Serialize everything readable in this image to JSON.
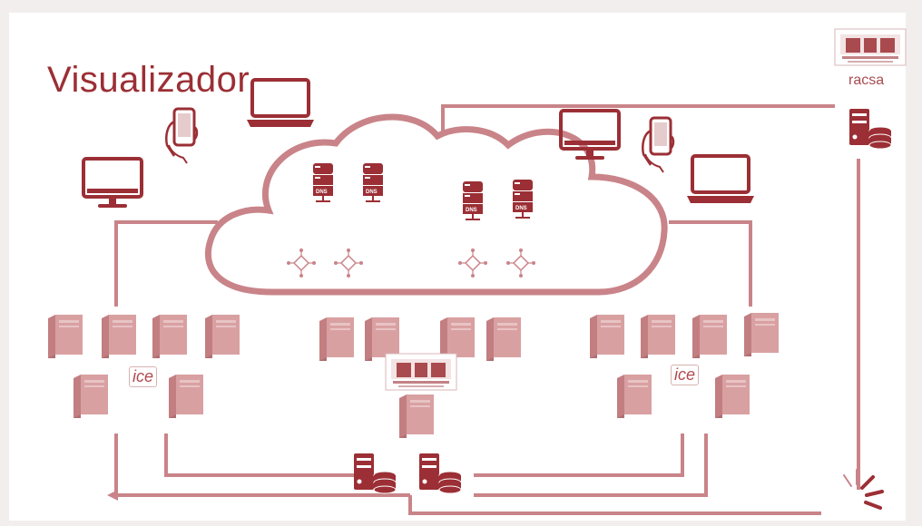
{
  "title": "Visualizador",
  "labels": {
    "dns": "DNS",
    "ice": "ice",
    "racsa": "racsa"
  },
  "colors": {
    "primary": "#9b2f35",
    "line": "#c98489",
    "cloud_fill": "#ffffff",
    "cloud_stroke": "#c98489",
    "server_fill": "#d9a0a2",
    "server_dark": "#b06f72"
  },
  "icons": [
    "desktop-monitor-icon",
    "smartphone-in-hand-icon",
    "laptop-icon",
    "dns-server-icon",
    "network-node-icon",
    "tower-server-icon",
    "server-database-icon",
    "ice-logo",
    "ese-logo",
    "racsa-logo",
    "burst-icon"
  ]
}
